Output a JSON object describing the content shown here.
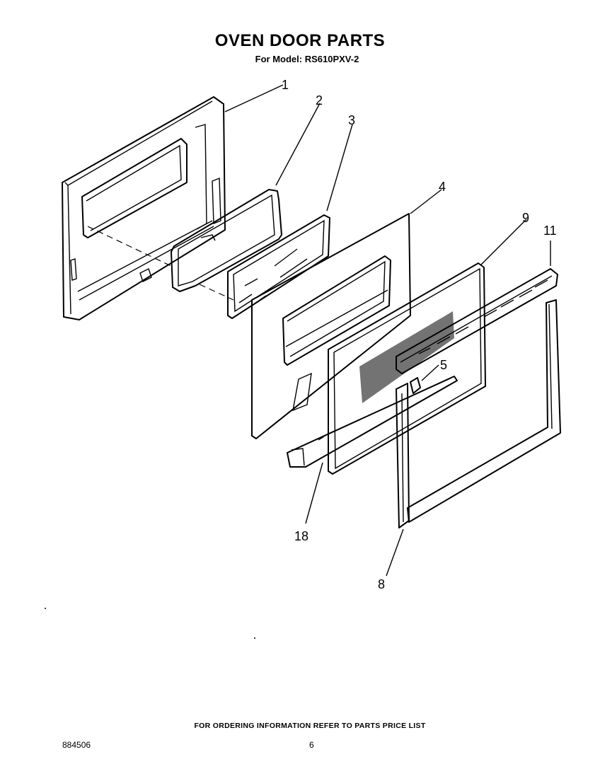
{
  "header": {
    "title": "OVEN DOOR PARTS",
    "model_line": "For Model: RS610PXV-2"
  },
  "callouts": [
    {
      "id": "1",
      "label": "1"
    },
    {
      "id": "2",
      "label": "2"
    },
    {
      "id": "3",
      "label": "3"
    },
    {
      "id": "4",
      "label": "4"
    },
    {
      "id": "9",
      "label": "9"
    },
    {
      "id": "11",
      "label": "11"
    },
    {
      "id": "5",
      "label": "5"
    },
    {
      "id": "18",
      "label": "18"
    },
    {
      "id": "8",
      "label": "8"
    }
  ],
  "footer": {
    "note": "FOR ORDERING INFORMATION REFER TO PARTS PRICE LIST",
    "doc_number": "884506",
    "page_number": "6"
  },
  "colors": {
    "ink": "#000000",
    "paper": "#ffffff"
  }
}
